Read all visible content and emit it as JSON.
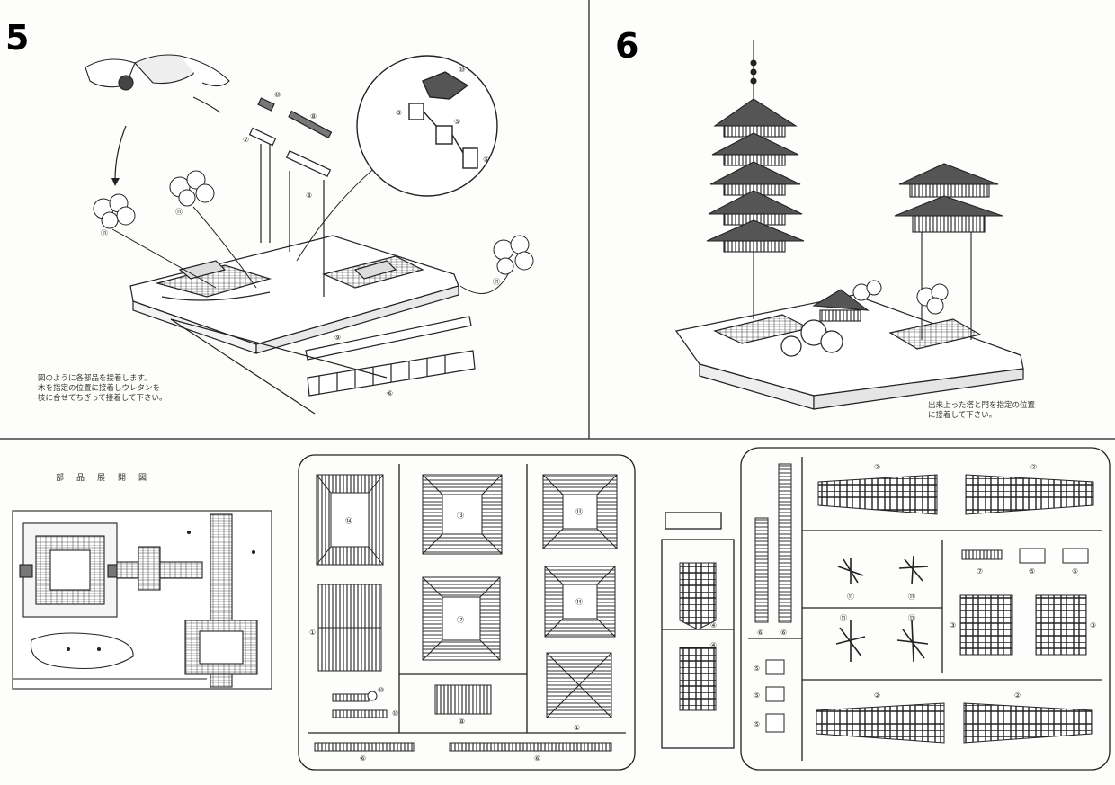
{
  "steps": {
    "step5": {
      "number": "5",
      "note_lines": [
        "図のように各部品を接着します。",
        "木を指定の位置に接着しウレタンを",
        "枝に合せてちぎって接着して下さい。"
      ]
    },
    "step6": {
      "number": "6",
      "note_lines": [
        "出来上った塔と門を指定の位置",
        "に接着して下さい。"
      ]
    }
  },
  "layout_plan": {
    "title": "部品展開図"
  },
  "part_labels": {
    "s5_tree_left": "⑪",
    "s5_tree_mid": "⑪",
    "s5_tree_right": "⑪",
    "s5_post_top": "⑩",
    "s5_post_left": "⑦",
    "s5_gate_beam": "⑧",
    "s5_gate_post": "⑧",
    "s5_circle_roof": "⑩",
    "s5_circle_a": "⑤",
    "s5_circle_b": "⑤",
    "s5_circle_c": "⑤",
    "s5_fence_top": "⑨",
    "s5_fence_bottom": "⑥",
    "sheet1_roof_tl": "⑭",
    "sheet1_roof_tm": "⑬",
    "sheet1_roof_tr": "⑬",
    "sheet1_roof_ml": "①",
    "sheet1_roof_mm": "⑰",
    "sheet1_roof_mr": "⑭",
    "sheet1_roof_br": "①",
    "sheet1_small_a": "⑩",
    "sheet1_small_b": "⑩",
    "sheet1_small_c": "⑧",
    "sheet1_rail_left": "⑥",
    "sheet1_rail_right": "⑥",
    "sheet2_wall_tl": "②",
    "sheet2_wall_tr": "②",
    "sheet2_wall_bl": "②",
    "sheet2_wall_br": "②",
    "sheet2_tree_a": "⑪",
    "sheet2_tree_b": "⑪",
    "sheet2_tree_c": "⑪",
    "sheet2_tree_d": "⑪",
    "sheet2_win_a": "⑦",
    "sheet2_win_b": "⑤",
    "sheet2_win_c": "⑤",
    "sheet2_tower_a": "③",
    "sheet2_tower_b": "③",
    "sheet2_side_a": "⑤",
    "sheet2_side_b": "⑤",
    "sheet2_side_c": "⑤",
    "sheet2_facade_a": "④",
    "sheet2_facade_b": "④",
    "sheet2_pole_a": "⑥",
    "sheet2_pole_b": "⑥"
  }
}
